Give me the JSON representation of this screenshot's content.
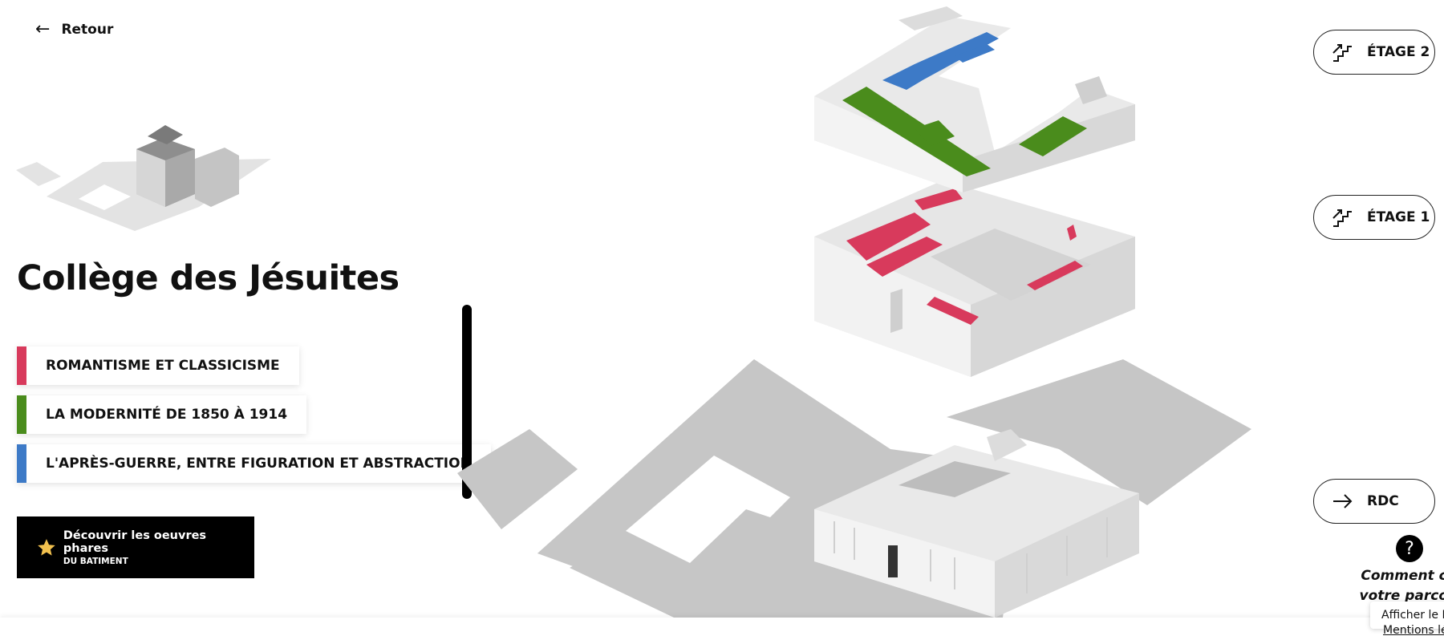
{
  "nav": {
    "back_arrow": "←",
    "back_label": "Retour",
    "back_icon": "arrow-left-icon"
  },
  "building": {
    "title": "Collège des Jésuites"
  },
  "legend": [
    {
      "label": "ROMANTISME ET CLASSICISME",
      "color": "#d83a5c"
    },
    {
      "label": "LA MODERNITÉ DE 1850 À 1914",
      "color": "#4a8c1c"
    },
    {
      "label": "L'APRÈS-GUERRE, ENTRE FIGURATION ET ABSTRACTION",
      "color": "#3d7ac7"
    }
  ],
  "discover": {
    "line1": "Découvrir les oeuvres phares",
    "line2": "DU BATIMENT",
    "icon": "star-icon",
    "star_color": "#f2c14e"
  },
  "floors": [
    {
      "label": "ÉTAGE 2",
      "icon": "stairs-up-icon"
    },
    {
      "label": "ÉTAGE 1",
      "icon": "stairs-up-icon"
    },
    {
      "label": "RDC",
      "icon": "arrow-right-icon"
    }
  ],
  "help": {
    "glyph": "?",
    "line1": "Comment cré",
    "line2": "votre parcour"
  },
  "footer": {
    "show_label": "Afficher le B",
    "legal_label": "Mentions lé"
  }
}
